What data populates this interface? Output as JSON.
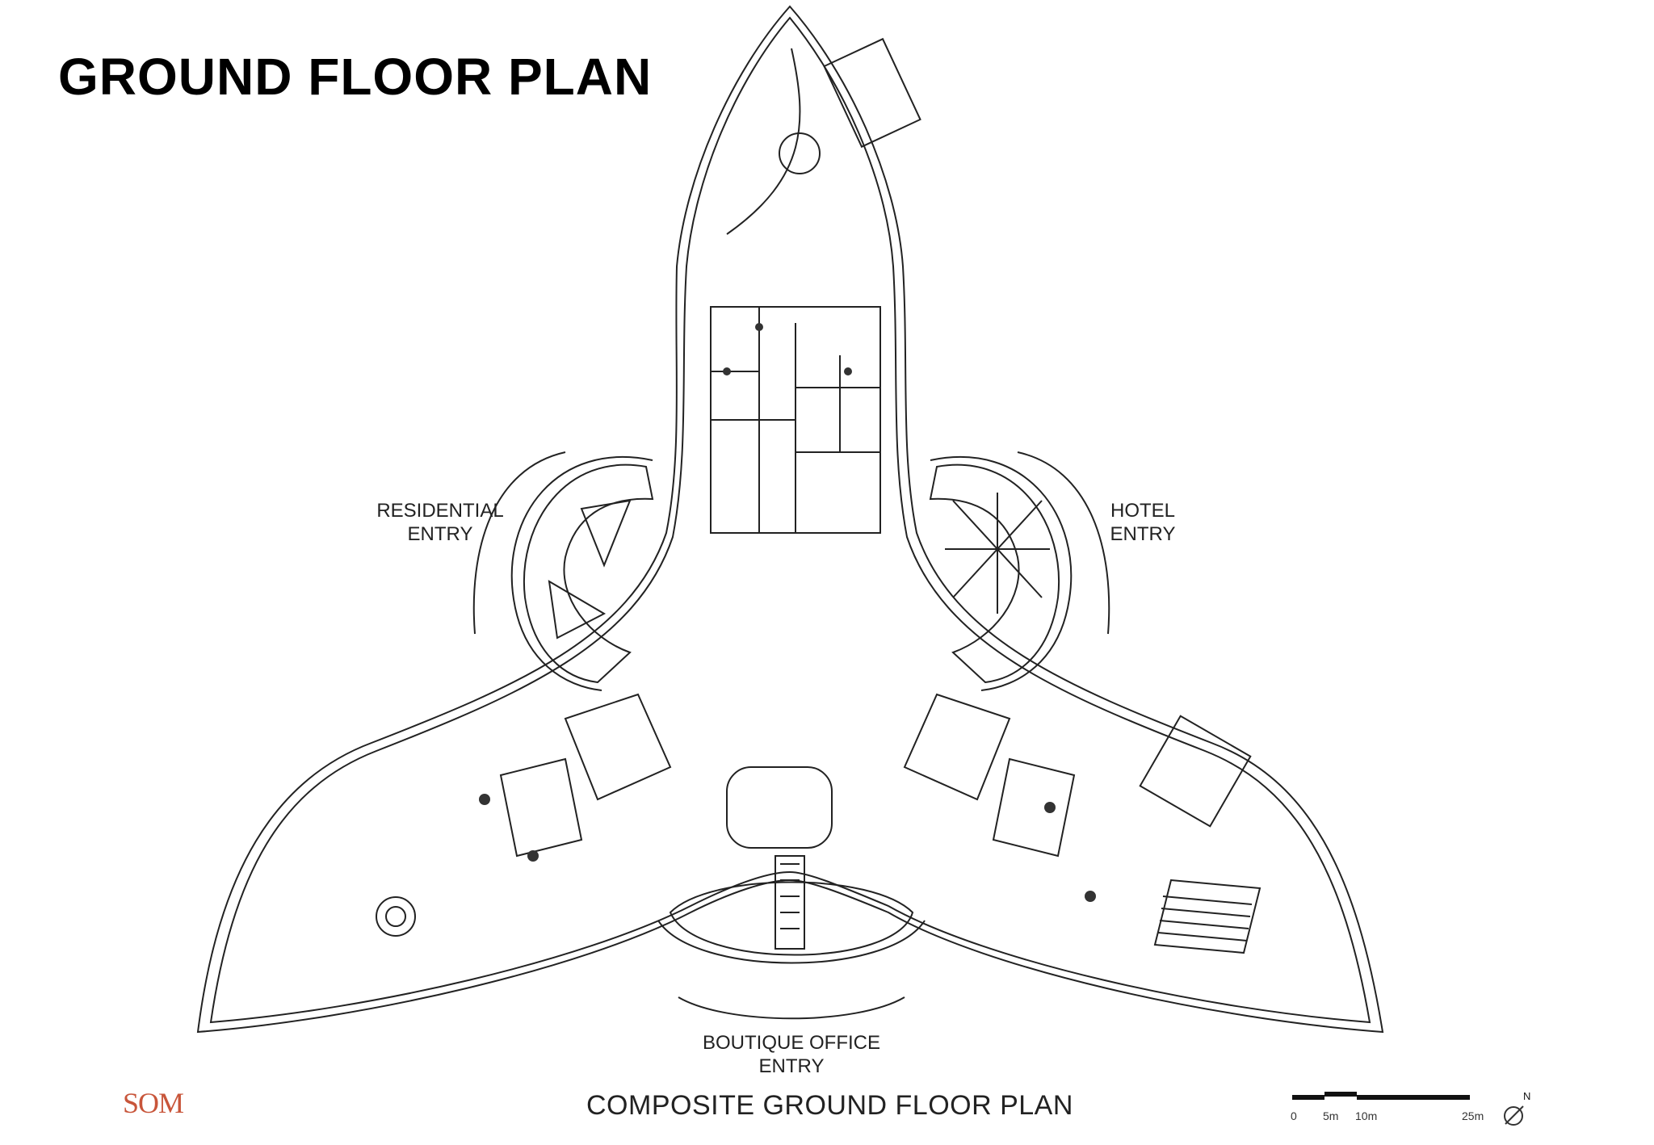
{
  "header": {
    "title": "GROUND FLOOR PLAN"
  },
  "entries": {
    "residential": [
      "RESIDENTIAL",
      "ENTRY"
    ],
    "hotel": [
      "HOTEL",
      "ENTRY"
    ],
    "boutique": "BOUTIQUE OFFICE ENTRY"
  },
  "footer": {
    "caption": "COMPOSITE GROUND FLOOR PLAN",
    "logo": "SOM",
    "scale_labels": [
      "0",
      "5m",
      "10m",
      "25m"
    ],
    "north_label": "N"
  }
}
